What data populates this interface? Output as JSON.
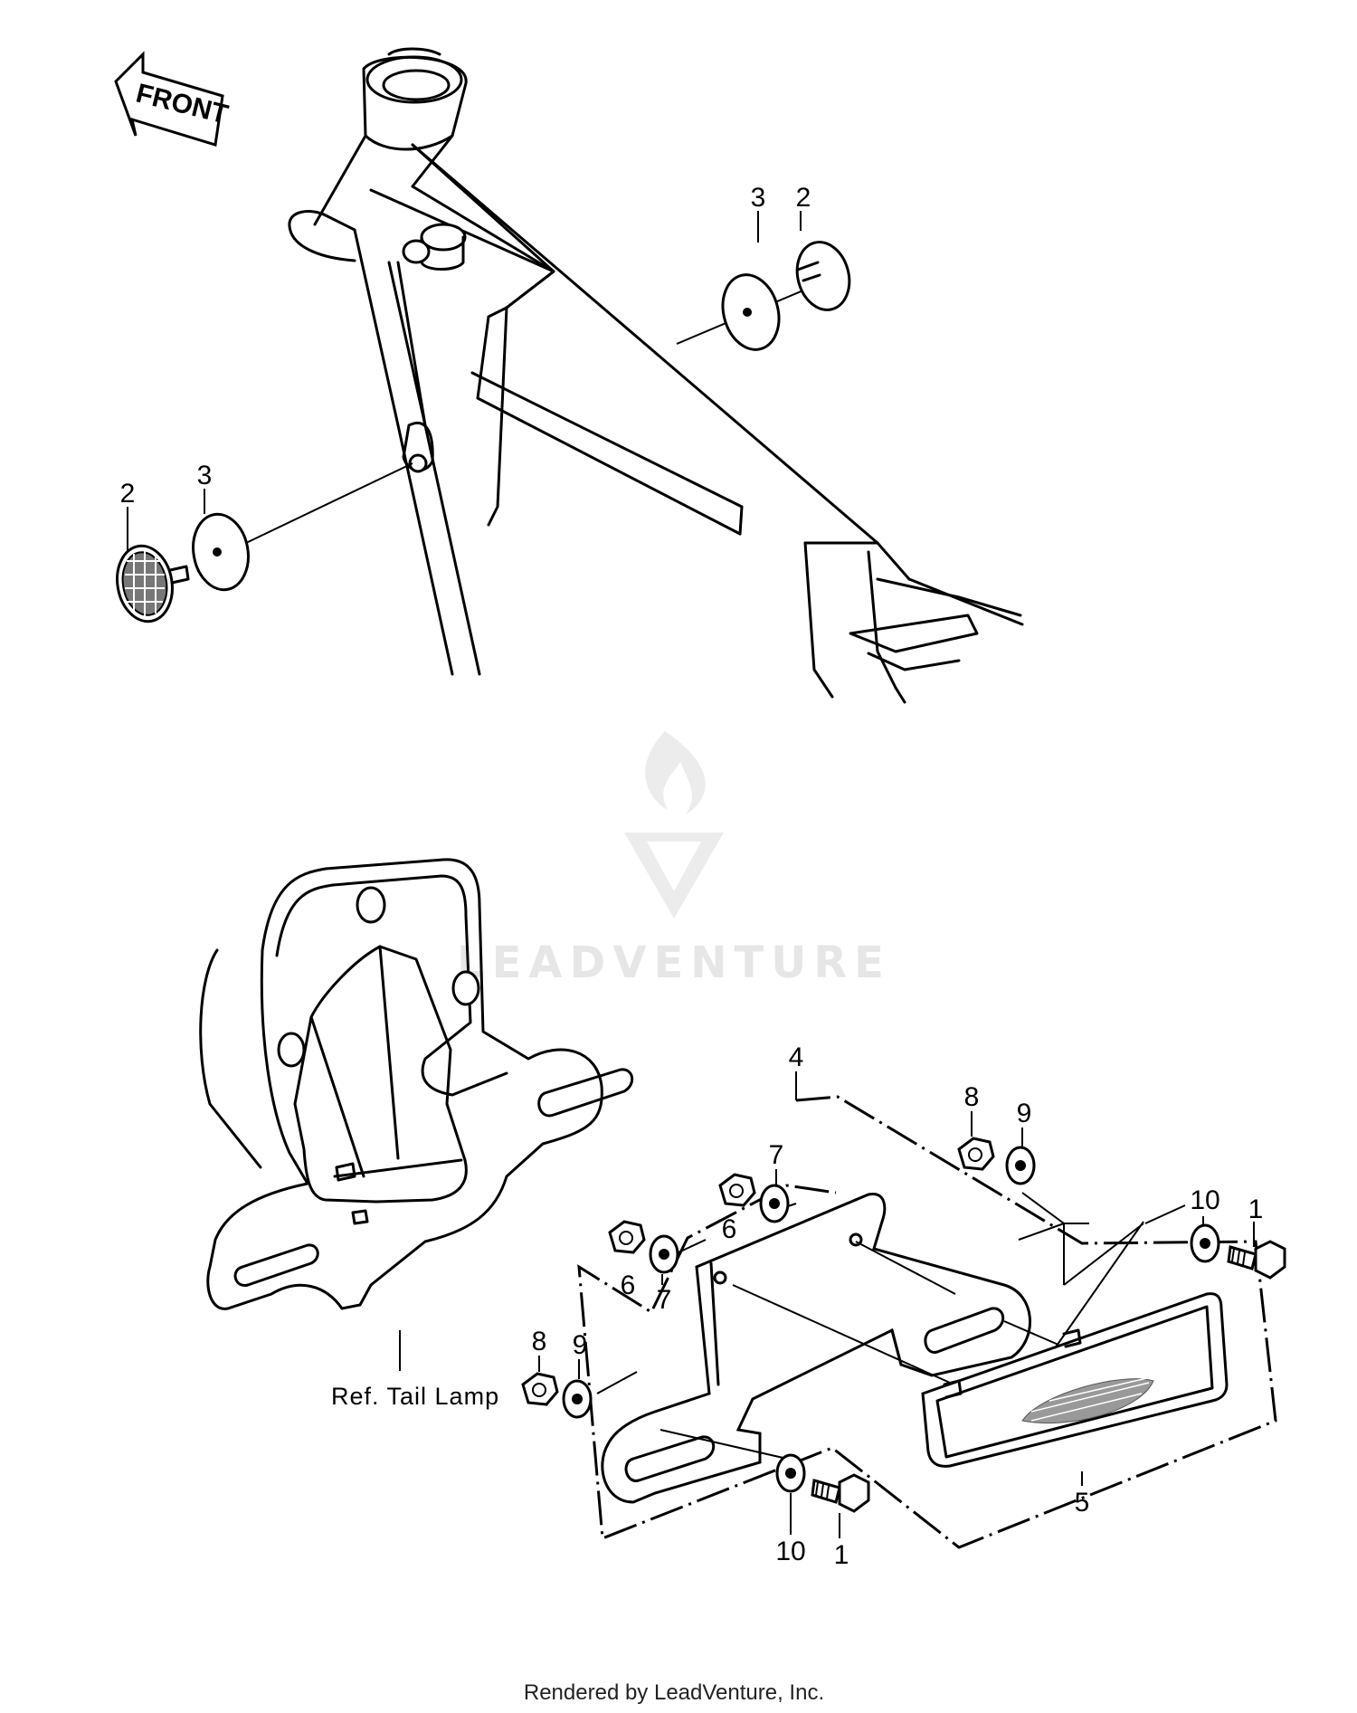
{
  "direction_arrow": {
    "label": "FRONT"
  },
  "callouts": {
    "frame_right_grommet": "3",
    "frame_right_reflector": "2",
    "frame_left_reflector": "2",
    "frame_left_grommet": "3",
    "bracket_assembly": "4",
    "nut_upper": "8",
    "washer_upper": "9",
    "nut_mid_a": "6",
    "washer_mid_a": "7",
    "nut_mid_b": "6",
    "washer_mid_b": "7",
    "nut_lower": "8",
    "washer_lower": "9",
    "washer_right": "10",
    "bolt_right": "1",
    "reflector_rear": "5",
    "washer_bottom": "10",
    "bolt_bottom": "1"
  },
  "reference_label": "Ref. Tail Lamp",
  "watermark": {
    "text": "LEADVENTURE"
  },
  "footer": {
    "text": "Rendered by LeadVenture, Inc."
  },
  "colors": {
    "line": "#000000",
    "watermark": "#e6e6e6",
    "background": "#ffffff"
  }
}
